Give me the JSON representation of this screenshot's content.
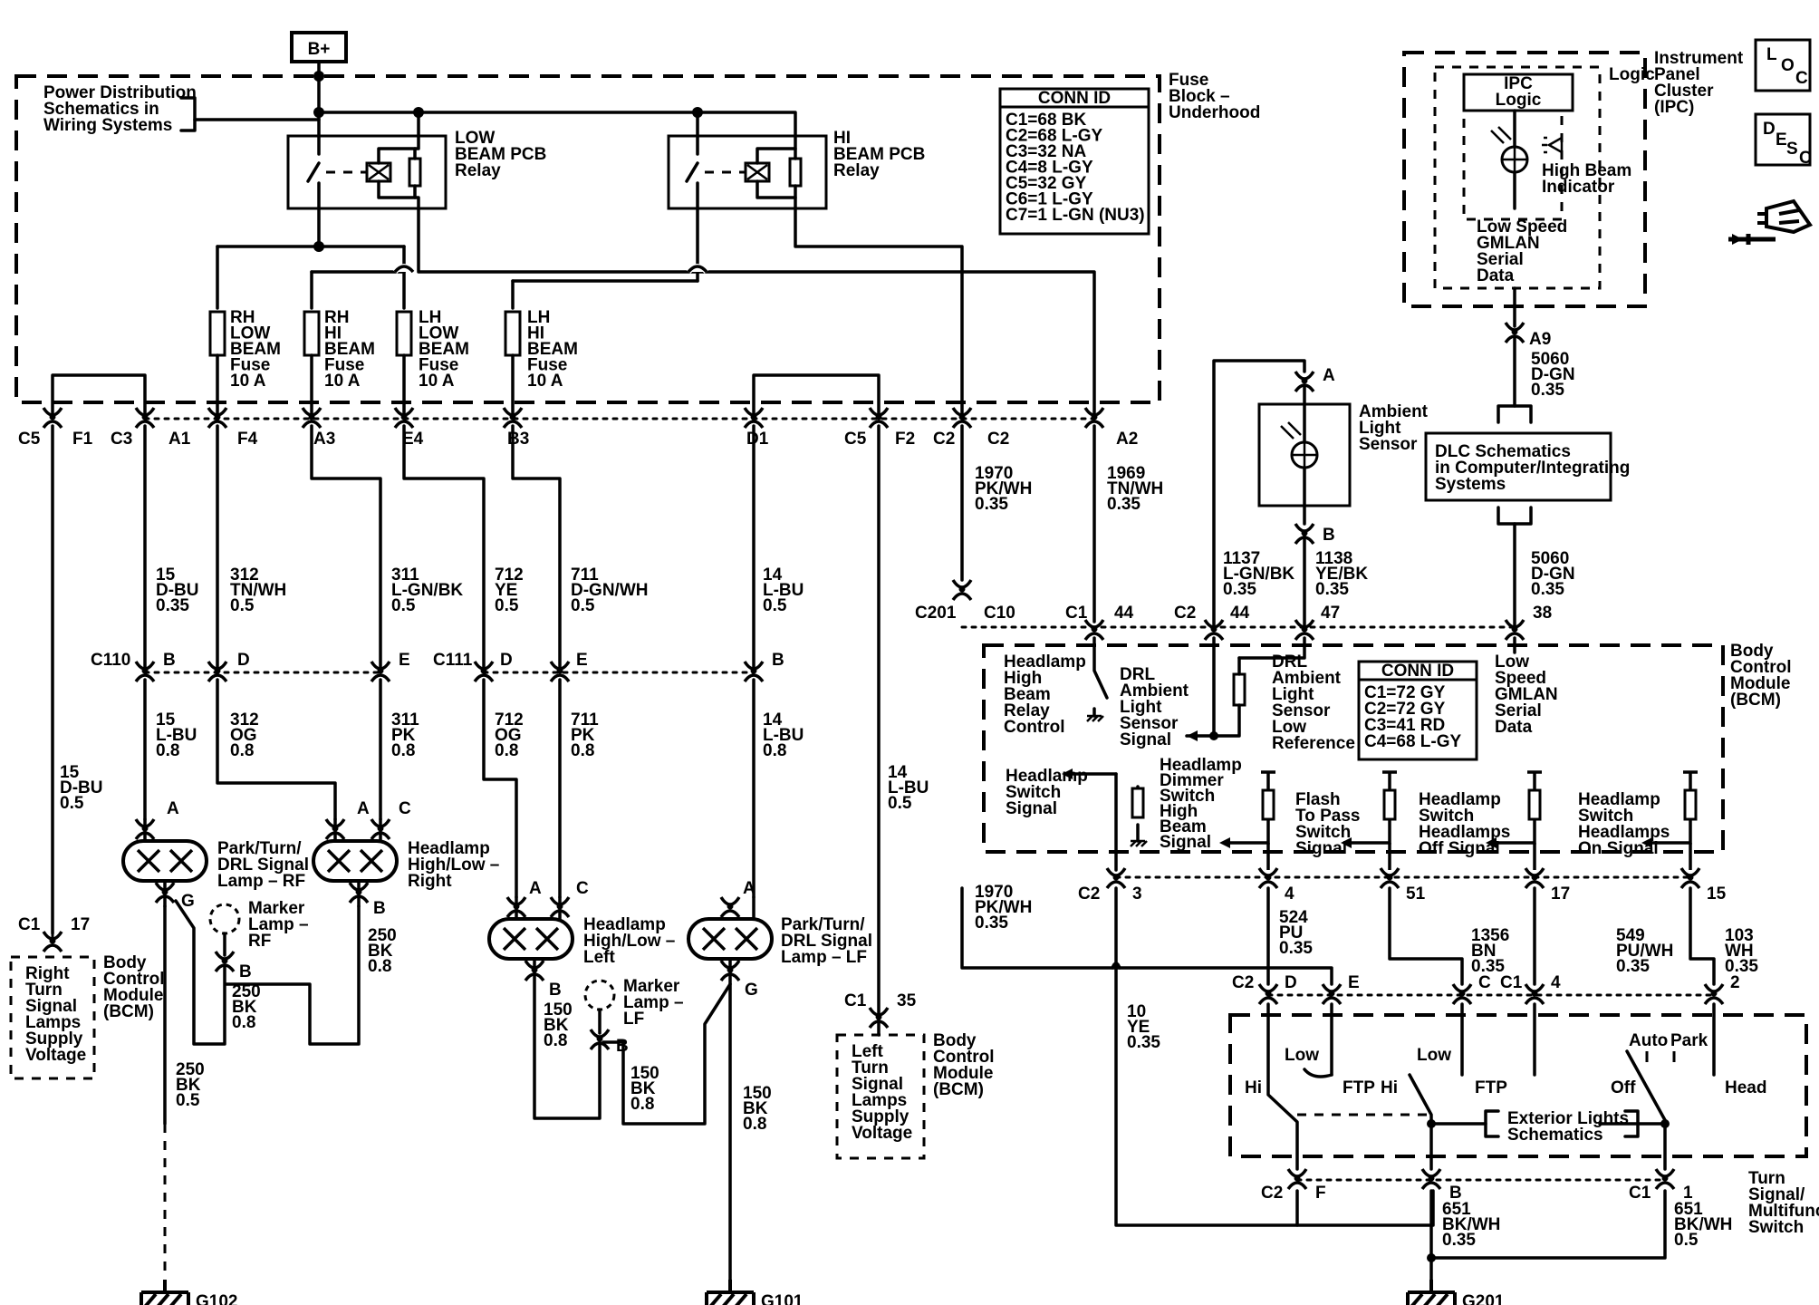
{
  "battery": "B+",
  "fuse_block": {
    "label": [
      "Fuse",
      "Block –",
      "Underhood"
    ],
    "power_dist_label": [
      "Power Distribution",
      "Schematics in",
      "Wiring Systems"
    ],
    "low_relay": [
      "LOW",
      "BEAM PCB",
      "Relay"
    ],
    "hi_relay": [
      "HI",
      "BEAM PCB",
      "Relay"
    ],
    "conn_title": "CONN ID",
    "conn_rows": [
      "C1=68 BK",
      "C2=68 L-GY",
      "C3=32 NA",
      "C4=8 L-GY",
      "C5=32 GY",
      "C6=1 L-GY",
      "C7=1 L-GN (NU3)"
    ],
    "fuses": [
      [
        "RH",
        "LOW",
        "BEAM",
        "Fuse",
        "10 A"
      ],
      [
        "RH",
        "HI",
        "BEAM",
        "Fuse",
        "10 A"
      ],
      [
        "LH",
        "LOW",
        "BEAM",
        "Fuse",
        "10 A"
      ],
      [
        "LH",
        "HI",
        "BEAM",
        "Fuse",
        "10 A"
      ]
    ],
    "connector_labels": [
      "C5",
      "F1",
      "C3",
      "A1",
      "F4",
      "A3",
      "E4",
      "B3",
      "D1",
      "C5",
      "F2",
      "C2",
      "C2",
      "A2"
    ]
  },
  "wires": {
    "w1": [
      "15",
      "D-BU",
      "0.35"
    ],
    "w2": [
      "312",
      "TN/WH",
      "0.5"
    ],
    "w3": [
      "311",
      "L-GN/BK",
      "0.5"
    ],
    "w4": [
      "712",
      "YE",
      "0.5"
    ],
    "w5": [
      "711",
      "D-GN/WH",
      "0.5"
    ],
    "w6": [
      "14",
      "L-BU",
      "0.5"
    ],
    "w7": [
      "1970",
      "PK/WH",
      "0.35"
    ],
    "w8": [
      "1969",
      "TN/WH",
      "0.35"
    ],
    "w9": [
      "15",
      "L-BU",
      "0.8"
    ],
    "w10": [
      "312",
      "OG",
      "0.8"
    ],
    "w11": [
      "311",
      "PK",
      "0.8"
    ],
    "w12": [
      "712",
      "OG",
      "0.8"
    ],
    "w13": [
      "711",
      "PK",
      "0.8"
    ],
    "w14": [
      "14",
      "L-BU",
      "0.8"
    ],
    "w15": [
      "15",
      "D-BU",
      "0.5"
    ],
    "w16": [
      "14",
      "L-BU",
      "0.5"
    ],
    "w17": [
      "250",
      "BK",
      "0.8"
    ],
    "w18": [
      "250",
      "BK",
      "0.8"
    ],
    "w19": [
      "250",
      "BK",
      "0.5"
    ],
    "w20": [
      "150",
      "BK",
      "0.8"
    ],
    "w21": [
      "150",
      "BK",
      "0.8"
    ],
    "w22": [
      "150",
      "BK",
      "0.8"
    ],
    "w23": [
      "1970",
      "PK/WH",
      "0.35"
    ],
    "w24": [
      "10",
      "YE",
      "0.35"
    ],
    "w25": [
      "524",
      "PU",
      "0.35"
    ],
    "w26": [
      "1356",
      "BN",
      "0.35"
    ],
    "w27": [
      "549",
      "PU/WH",
      "0.35"
    ],
    "w28": [
      "103",
      "WH",
      "0.35"
    ],
    "w29": [
      "651",
      "BK/WH",
      "0.35"
    ],
    "w30": [
      "651",
      "BK/WH",
      "0.5"
    ],
    "w31": [
      "1137",
      "L-GN/BK",
      "0.35"
    ],
    "w32": [
      "1138",
      "YE/BK",
      "0.35"
    ],
    "w33": [
      "5060",
      "D-GN",
      "0.35"
    ],
    "w34": [
      "5060",
      "D-GN",
      "0.35"
    ]
  },
  "connectors": {
    "c110": "C110",
    "c110_b": "B",
    "c110_d": "D",
    "c110_e": "E",
    "c111": "C111",
    "c111_d": "D",
    "c111_e": "E",
    "c111_b": "B",
    "c201": "C201",
    "c10": "C10",
    "bcm_c1": "C1",
    "bcm_44": "44",
    "bcm_c2": "C2",
    "bcm_44b": "44",
    "bcm_47": "47",
    "bcm_38": "38",
    "bcm_lower_c2": "C2",
    "bcm_3": "3",
    "bcm_4": "4",
    "bcm_51": "51",
    "bcm_17": "17",
    "bcm_15": "15",
    "sw_c2": "C2",
    "sw_d": "D",
    "sw_e": "E",
    "sw_c": "C",
    "sw_c1": "C1",
    "sw_4": "4",
    "sw_2": "2",
    "sw_bot_c2": "C2",
    "sw_f": "F",
    "sw_b": "B",
    "sw_bot_c1": "C1",
    "sw_1": "1",
    "rf_c1": "C1",
    "rf_17": "17",
    "lf_c1": "C1",
    "lf_35": "35",
    "a9": "A9",
    "a_pin": "A",
    "b_pin": "B"
  },
  "components": {
    "park_rf": [
      "Park/Turn/",
      "DRL Signal",
      "Lamp – RF"
    ],
    "head_rt": [
      "Headlamp",
      "High/Low –",
      "Right"
    ],
    "head_lf": [
      "Headlamp",
      "High/Low –",
      "Left"
    ],
    "park_lf": [
      "Park/Turn/",
      "DRL Signal",
      "Lamp – LF"
    ],
    "marker_rf": [
      "Marker",
      "Lamp –",
      "RF"
    ],
    "marker_lf": [
      "Marker",
      "Lamp –",
      "LF"
    ],
    "right_bcm_box": [
      "Right",
      "Turn",
      "Signal",
      "Lamps",
      "Supply",
      "Voltage"
    ],
    "right_bcm_label": [
      "Body",
      "Control",
      "Module",
      "(BCM)"
    ],
    "left_bcm_box": [
      "Left",
      "Turn",
      "Signal",
      "Lamps",
      "Supply",
      "Voltage"
    ],
    "left_bcm_label": [
      "Body",
      "Control",
      "Module",
      "(BCM)"
    ],
    "pin_a": "A",
    "pin_c": "C",
    "pin_g": "G",
    "pin_b": "B"
  },
  "grounds": [
    "G102",
    "G101",
    "G201"
  ],
  "ipc": {
    "label": [
      "Instrument",
      "Panel",
      "Cluster",
      "(IPC)"
    ],
    "logic": "Logic",
    "ipc_logic": [
      "IPC",
      "Logic"
    ],
    "indicator": [
      "High Beam",
      "Indicator"
    ],
    "gmlan": [
      "Low Speed",
      "GMLAN",
      "Serial",
      "Data"
    ]
  },
  "dlc": [
    "DLC Schematics",
    "in Computer/Integrating",
    "Systems"
  ],
  "ambient": [
    "Ambient",
    "Light",
    "Sensor"
  ],
  "bcm": {
    "label": [
      "Body",
      "Control",
      "Module",
      "(BCM)"
    ],
    "relay_ctrl": [
      "Headlamp",
      "High",
      "Beam",
      "Relay",
      "Control"
    ],
    "drl_signal": [
      "DRL",
      "Ambient",
      "Light",
      "Sensor",
      "Signal"
    ],
    "drl_ref": [
      "DRL",
      "Ambient",
      "Light",
      "Sensor",
      "Low",
      "Reference"
    ],
    "conn_title": "CONN ID",
    "conn_rows": [
      "C1=72 GY",
      "C2=72 GY",
      "C3=41 RD",
      "C4=68 L-GY"
    ],
    "gmlan": [
      "Low",
      "Speed",
      "GMLAN",
      "Serial",
      "Data"
    ],
    "hl_switch": [
      "Headlamp",
      "Switch",
      "Signal"
    ],
    "dimmer": [
      "Headlamp",
      "Dimmer",
      "Switch",
      "High",
      "Beam",
      "Signal"
    ],
    "flash": [
      "Flash",
      "To Pass",
      "Switch",
      "Signal"
    ],
    "off_signal": [
      "Headlamp",
      "Switch",
      "Headlamps",
      "Off Signal"
    ],
    "on_signal": [
      "Headlamp",
      "Switch",
      "Headlamps",
      "On Signal"
    ]
  },
  "multifunction": {
    "label": [
      "Turn",
      "Signal/",
      "Multifunction",
      "Switch"
    ],
    "hi": "Hi",
    "low1": "Low",
    "ftp1": "FTP",
    "hi2": "Hi",
    "low2": "Low",
    "ftp2": "FTP",
    "auto": "Auto",
    "park": "Park",
    "off": "Off",
    "head": "Head",
    "ext_ref": [
      "Exterior Lights",
      "Schematics"
    ]
  },
  "nav_icons": {
    "loc": [
      "L",
      "O",
      "C"
    ],
    "desc": [
      "D",
      "E",
      "S",
      "C"
    ],
    "connector_icon": "connector-end-view-icon"
  }
}
